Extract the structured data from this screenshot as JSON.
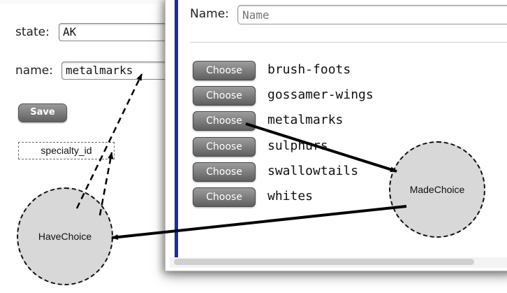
{
  "form": {
    "state_label": "state:",
    "state_value": "AK",
    "name_label": "name:",
    "name_value": "metalmarks",
    "save_label": "Save",
    "specialty_field": "specialty_id"
  },
  "popup": {
    "name_label": "Name:",
    "name_placeholder": "Name",
    "choose_label": "Choose",
    "options": [
      {
        "label": "brush-foots"
      },
      {
        "label": "gossamer-wings"
      },
      {
        "label": "metalmarks"
      },
      {
        "label": "sulphurs"
      },
      {
        "label": "swallowtails"
      },
      {
        "label": "whites"
      }
    ]
  },
  "states": {
    "have_choice": "HaveChoice",
    "made_choice": "MadeChoice"
  },
  "colors": {
    "popup_accent": "#1e2aa8",
    "button_gray": "#7a7a7a",
    "circle_fill": "#d8d8d8"
  }
}
